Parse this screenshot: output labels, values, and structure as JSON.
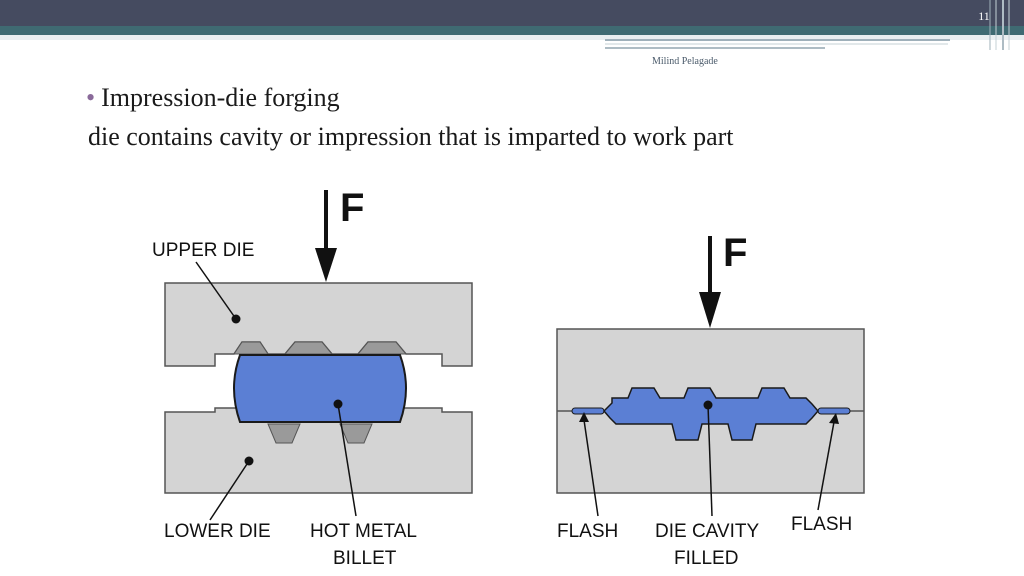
{
  "slide": {
    "number": "11",
    "author": "Milind Pelagade",
    "bullet": "Impression-die forging",
    "body": "die contains cavity or impression that is imparted to work part"
  },
  "diagram": {
    "left": {
      "force_label": "F",
      "upper_die_label": "UPPER DIE",
      "lower_die_label": "LOWER DIE",
      "billet_label_line1": "HOT METAL",
      "billet_label_line2": "BILLET"
    },
    "right": {
      "force_label": "F",
      "flash_left_label": "FLASH",
      "flash_right_label": "FLASH",
      "cavity_label_line1": "DIE CAVITY",
      "cavity_label_line2": "FILLED"
    }
  },
  "colors": {
    "header_dark": "#454b60",
    "header_teal": "#3f6a72",
    "die_fill": "#d4d4d4",
    "cavity_fill": "#9a9a9a",
    "metal_fill": "#5b7fd4"
  }
}
